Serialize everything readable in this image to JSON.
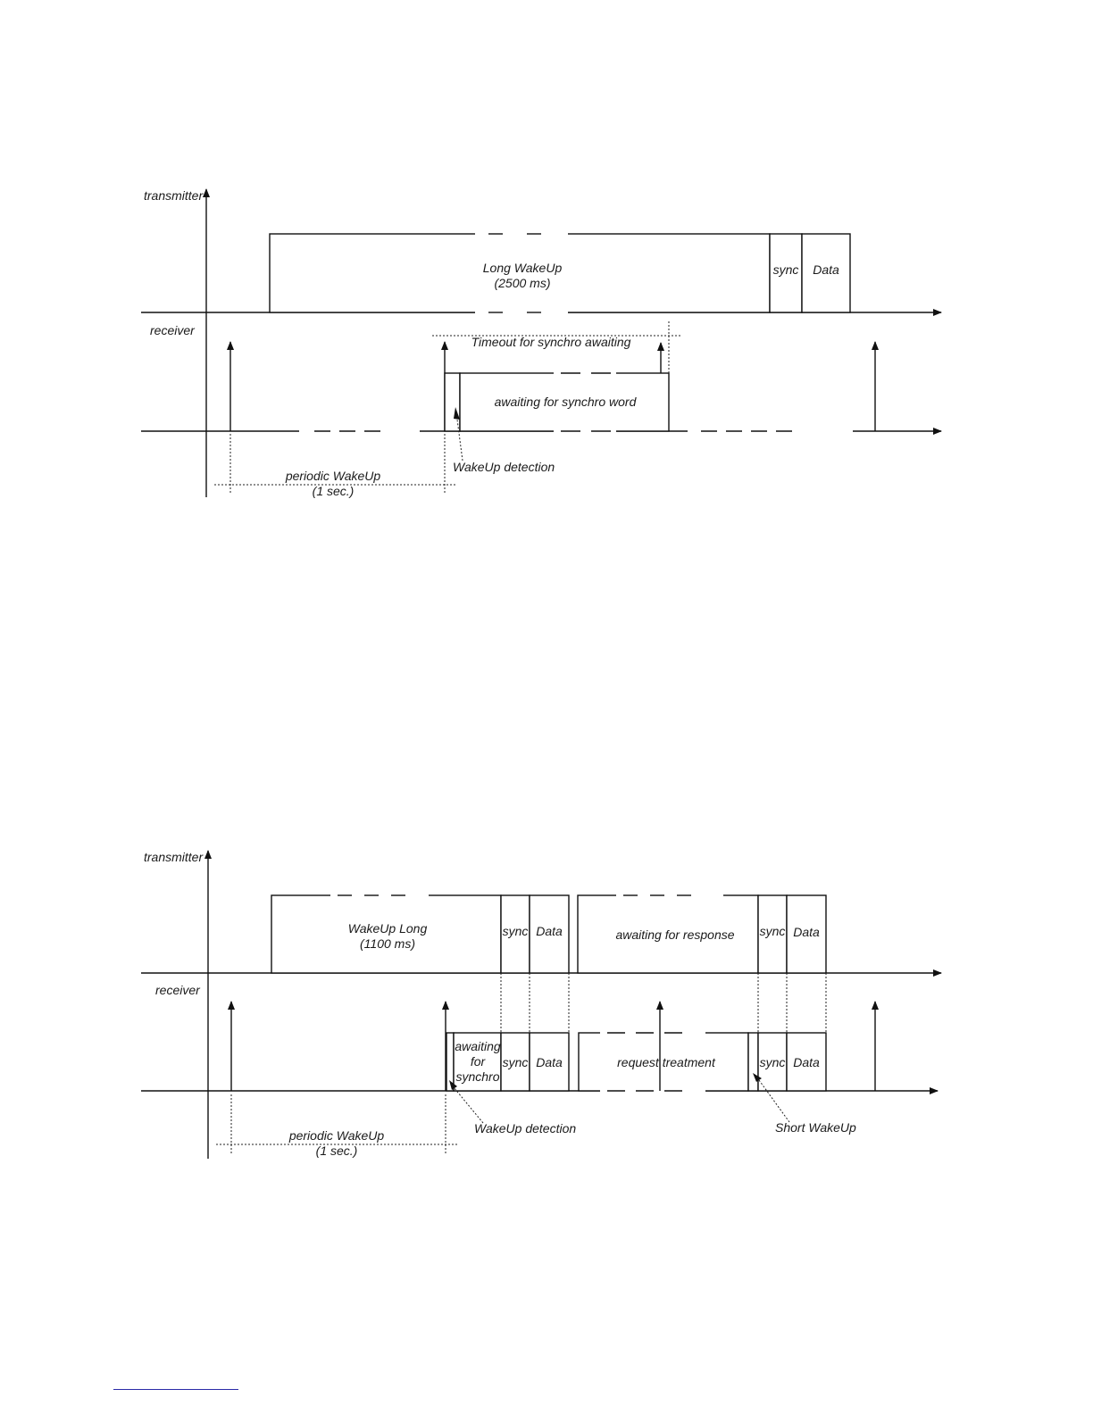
{
  "diagram1": {
    "transmitter_label": "transmitter",
    "receiver_label": "receiver",
    "long_wakeup": {
      "title": "Long WakeUp",
      "duration": "(2500 ms)"
    },
    "sync_label": "sync",
    "data_label": "Data",
    "timeout_label": "Timeout for synchro awaiting",
    "awaiting_label": "awaiting for synchro word",
    "detection_label": "WakeUp detection",
    "periodic": {
      "title": "periodic WakeUp",
      "interval": "(1 sec.)"
    }
  },
  "diagram2": {
    "transmitter_label": "transmitter",
    "receiver_label": "receiver",
    "wakeup_long": {
      "title": "WakeUp Long",
      "duration": "(1100 ms)"
    },
    "sync_label": "sync",
    "data_label": "Data",
    "awaiting_response_label": "awaiting for response",
    "awaiting_synchro": {
      "line1": "awaiting",
      "line2": "for",
      "line3": "synchro"
    },
    "request_treatment_label": "request treatment",
    "detection_label": "WakeUp detection",
    "short_wakeup_label": "Short WakeUp",
    "periodic": {
      "title": "periodic WakeUp",
      "interval": "(1 sec.)"
    }
  }
}
